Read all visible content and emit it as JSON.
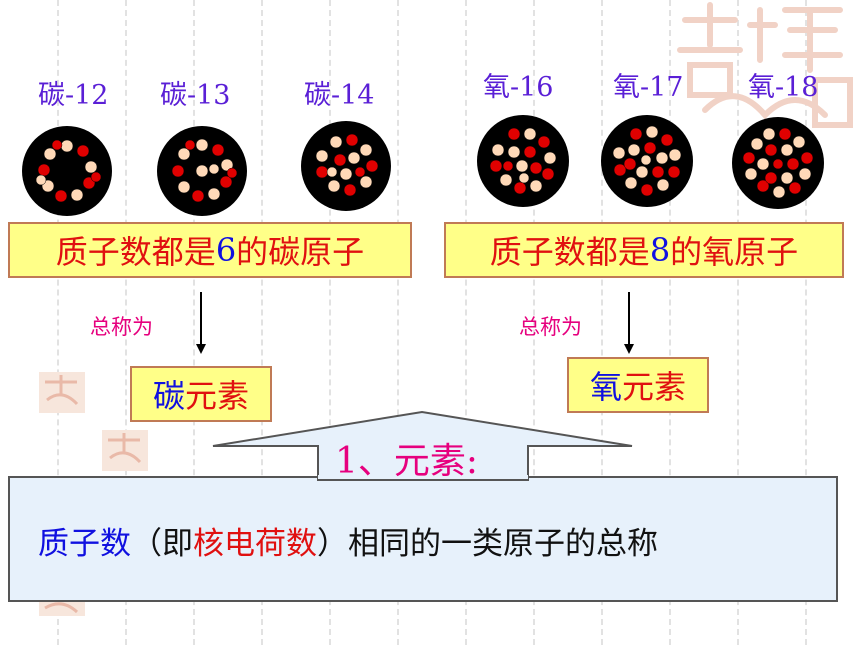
{
  "isotopes_left": [
    "碳-12",
    "碳-13",
    "碳-14"
  ],
  "isotopes_right": [
    "氧-16",
    "氧-17",
    "氧-18"
  ],
  "carbon_box": {
    "prefix": "质子数都是",
    "number": "6",
    "suffix": "的碳原子"
  },
  "oxygen_box": {
    "prefix": "质子数都是",
    "number": "8",
    "suffix": "的氧原子"
  },
  "collective_note": "总称为",
  "carbon_element": {
    "first": "碳",
    "rest": "元素"
  },
  "oxygen_element": {
    "first": "氧",
    "rest": "元素"
  },
  "heading": "1、元素:",
  "definition": {
    "part1": "质子数",
    "part2": "（即",
    "part3": "核电荷数",
    "part4": "）相同的一类原子的总称"
  },
  "colors": {
    "proton": "#e00000",
    "neutron": "#ffd9b8",
    "nucleus": "#000000",
    "box_fill": "#ffff88",
    "label": "#5a1fd6"
  }
}
